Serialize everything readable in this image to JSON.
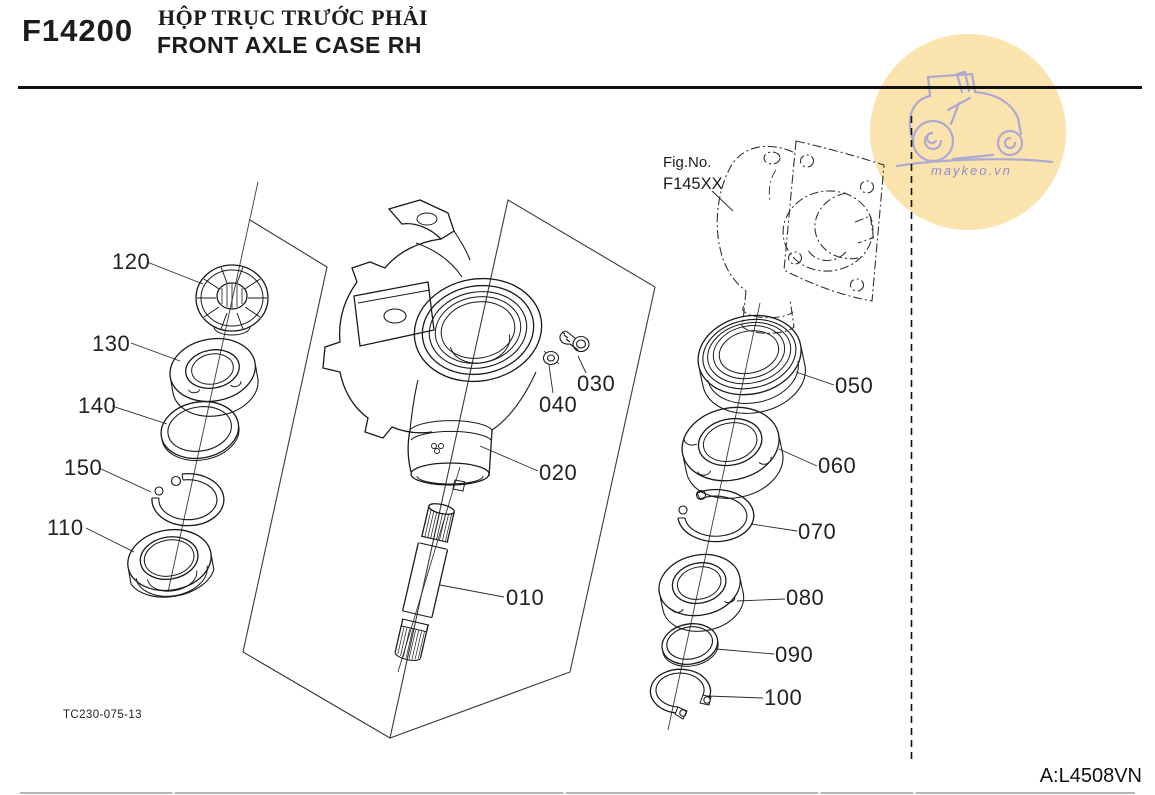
{
  "header": {
    "code": "F14200",
    "title_vi": "HỘP TRỤC TRƯỚC PHẢI",
    "title_en": "FRONT AXLE CASE RH"
  },
  "reference": {
    "fig_no_label": "Fig.No.",
    "fig_no_value": "F145XX"
  },
  "callouts": [
    {
      "label": "120"
    },
    {
      "label": "130"
    },
    {
      "label": "140"
    },
    {
      "label": "150"
    },
    {
      "label": "110"
    },
    {
      "label": "030"
    },
    {
      "label": "040"
    },
    {
      "label": "020"
    },
    {
      "label": "010"
    },
    {
      "label": "050"
    },
    {
      "label": "060"
    },
    {
      "label": "070"
    },
    {
      "label": "080"
    },
    {
      "label": "090"
    },
    {
      "label": "100"
    }
  ],
  "footer": {
    "drawing_no": "TC230-075-13",
    "sheet_code": "A:L4508VN"
  },
  "watermark": {
    "text": "maykeo.vn",
    "icon": "tractor-sketch",
    "circle_color": "#fae3ac",
    "doodle_color": "#a5a3d8"
  },
  "colors": {
    "line_art": "#1a1a1a",
    "construction_line": "#3a3a3a",
    "top_rule": "#111111",
    "bottom_rule": "#b3b3b3"
  }
}
